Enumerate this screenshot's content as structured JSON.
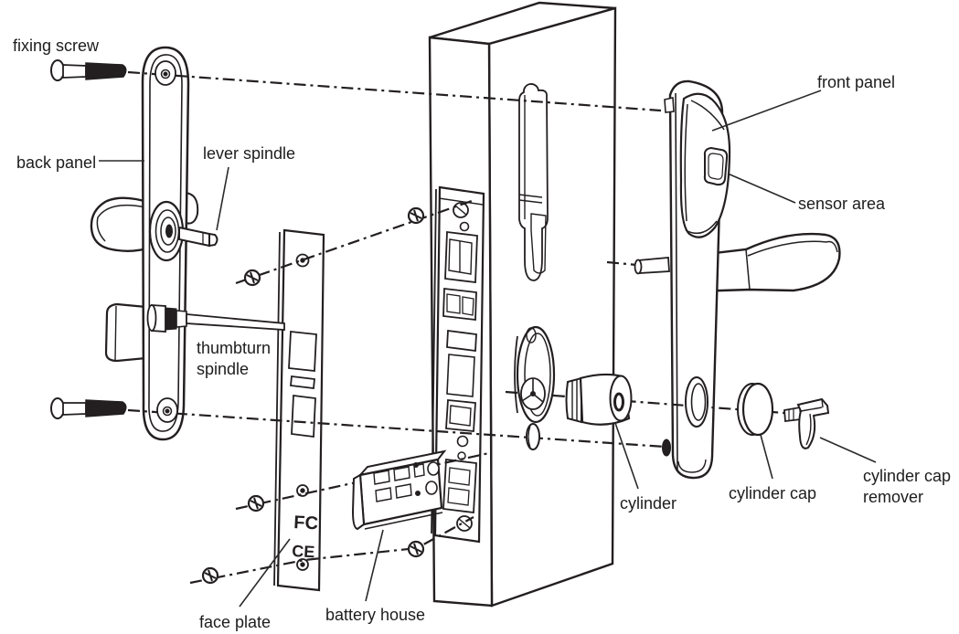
{
  "diagram": {
    "kind": "exploded-parts-diagram",
    "subject": "mortise smart door lock assembly",
    "colors": {
      "line": "#231f20",
      "background": "#ffffff",
      "label_text": "#1d1d1d"
    },
    "labels": {
      "fixing_screw": "fixing screw",
      "back_panel": "back panel",
      "lever_spindle": "lever spindle",
      "thumbturn_spindle": [
        "thumbturn",
        "spindle"
      ],
      "face_plate": "face plate",
      "battery_house": "battery house",
      "cylinder": "cylinder",
      "cylinder_cap": "cylinder cap",
      "cylinder_cap_remover": [
        "cylinder cap",
        "remover"
      ],
      "front_panel": "front panel",
      "sensor_area": "sensor area"
    },
    "marks": {
      "fcc": "FC",
      "ce": "CE"
    }
  }
}
